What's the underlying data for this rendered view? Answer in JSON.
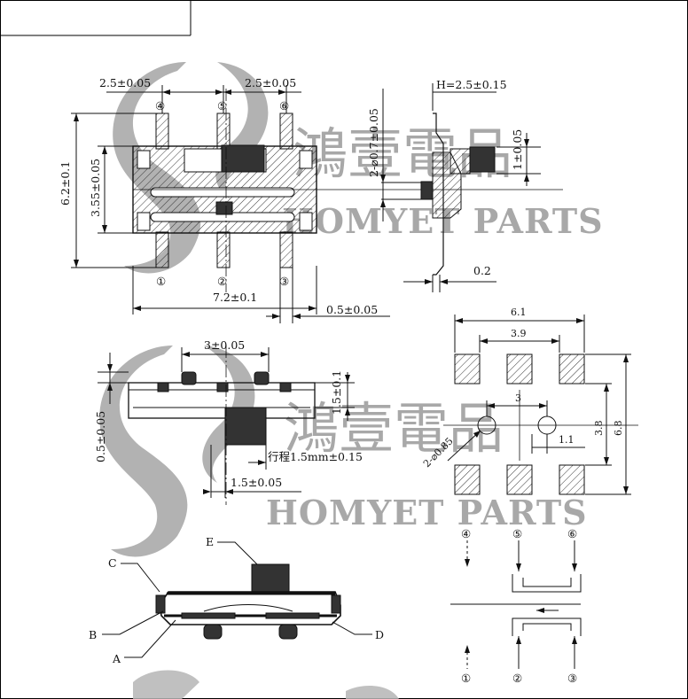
{
  "watermark": {
    "brand_en_1": "HOMYET PARTS",
    "brand_en_2": "HOMYET PARTS",
    "brand_cn_1": "鴻壹電品",
    "brand_cn_2": "鴻壹電品"
  },
  "top_view": {
    "dim_pitch_left": "2.5±0.05",
    "dim_pitch_right": "2.5±0.05",
    "dim_height_total": "6.2±0.1",
    "dim_height_inner": "3.55±0.05",
    "dim_width_total": "7.2±0.1",
    "dim_pin_width": "0.5±0.05",
    "pin_4": "④",
    "pin_5": "⑤",
    "pin_6": "⑥",
    "pin_1": "①",
    "pin_2": "②",
    "pin_3": "③"
  },
  "side_view": {
    "dim_holes": "2-⌀0.7±0.05",
    "dim_H": "H=2.5±0.15",
    "dim_1": "1±0.05",
    "dim_02": "0.2"
  },
  "front_view": {
    "dim_3": "3±0.05",
    "dim_15v": "1.5±0.1",
    "dim_05": "0.5±0.05",
    "dim_travel": "行程1.5mm±0.15",
    "dim_15h": "1.5±0.05"
  },
  "pcb_layout": {
    "dim_61": "6.1",
    "dim_39": "3.9",
    "dim_3": "3",
    "dim_38": "3.8",
    "dim_68": "6.8",
    "dim_11": "1.1",
    "dim_holes": "2-⌀0.85"
  },
  "assembly": {
    "label_A": "A",
    "label_B": "B",
    "label_C": "C",
    "label_D": "D",
    "label_E": "E"
  },
  "schematic": {
    "pin_4": "④",
    "pin_5": "⑤",
    "pin_6": "⑥",
    "pin_1": "①",
    "pin_2": "②",
    "pin_3": "③"
  }
}
